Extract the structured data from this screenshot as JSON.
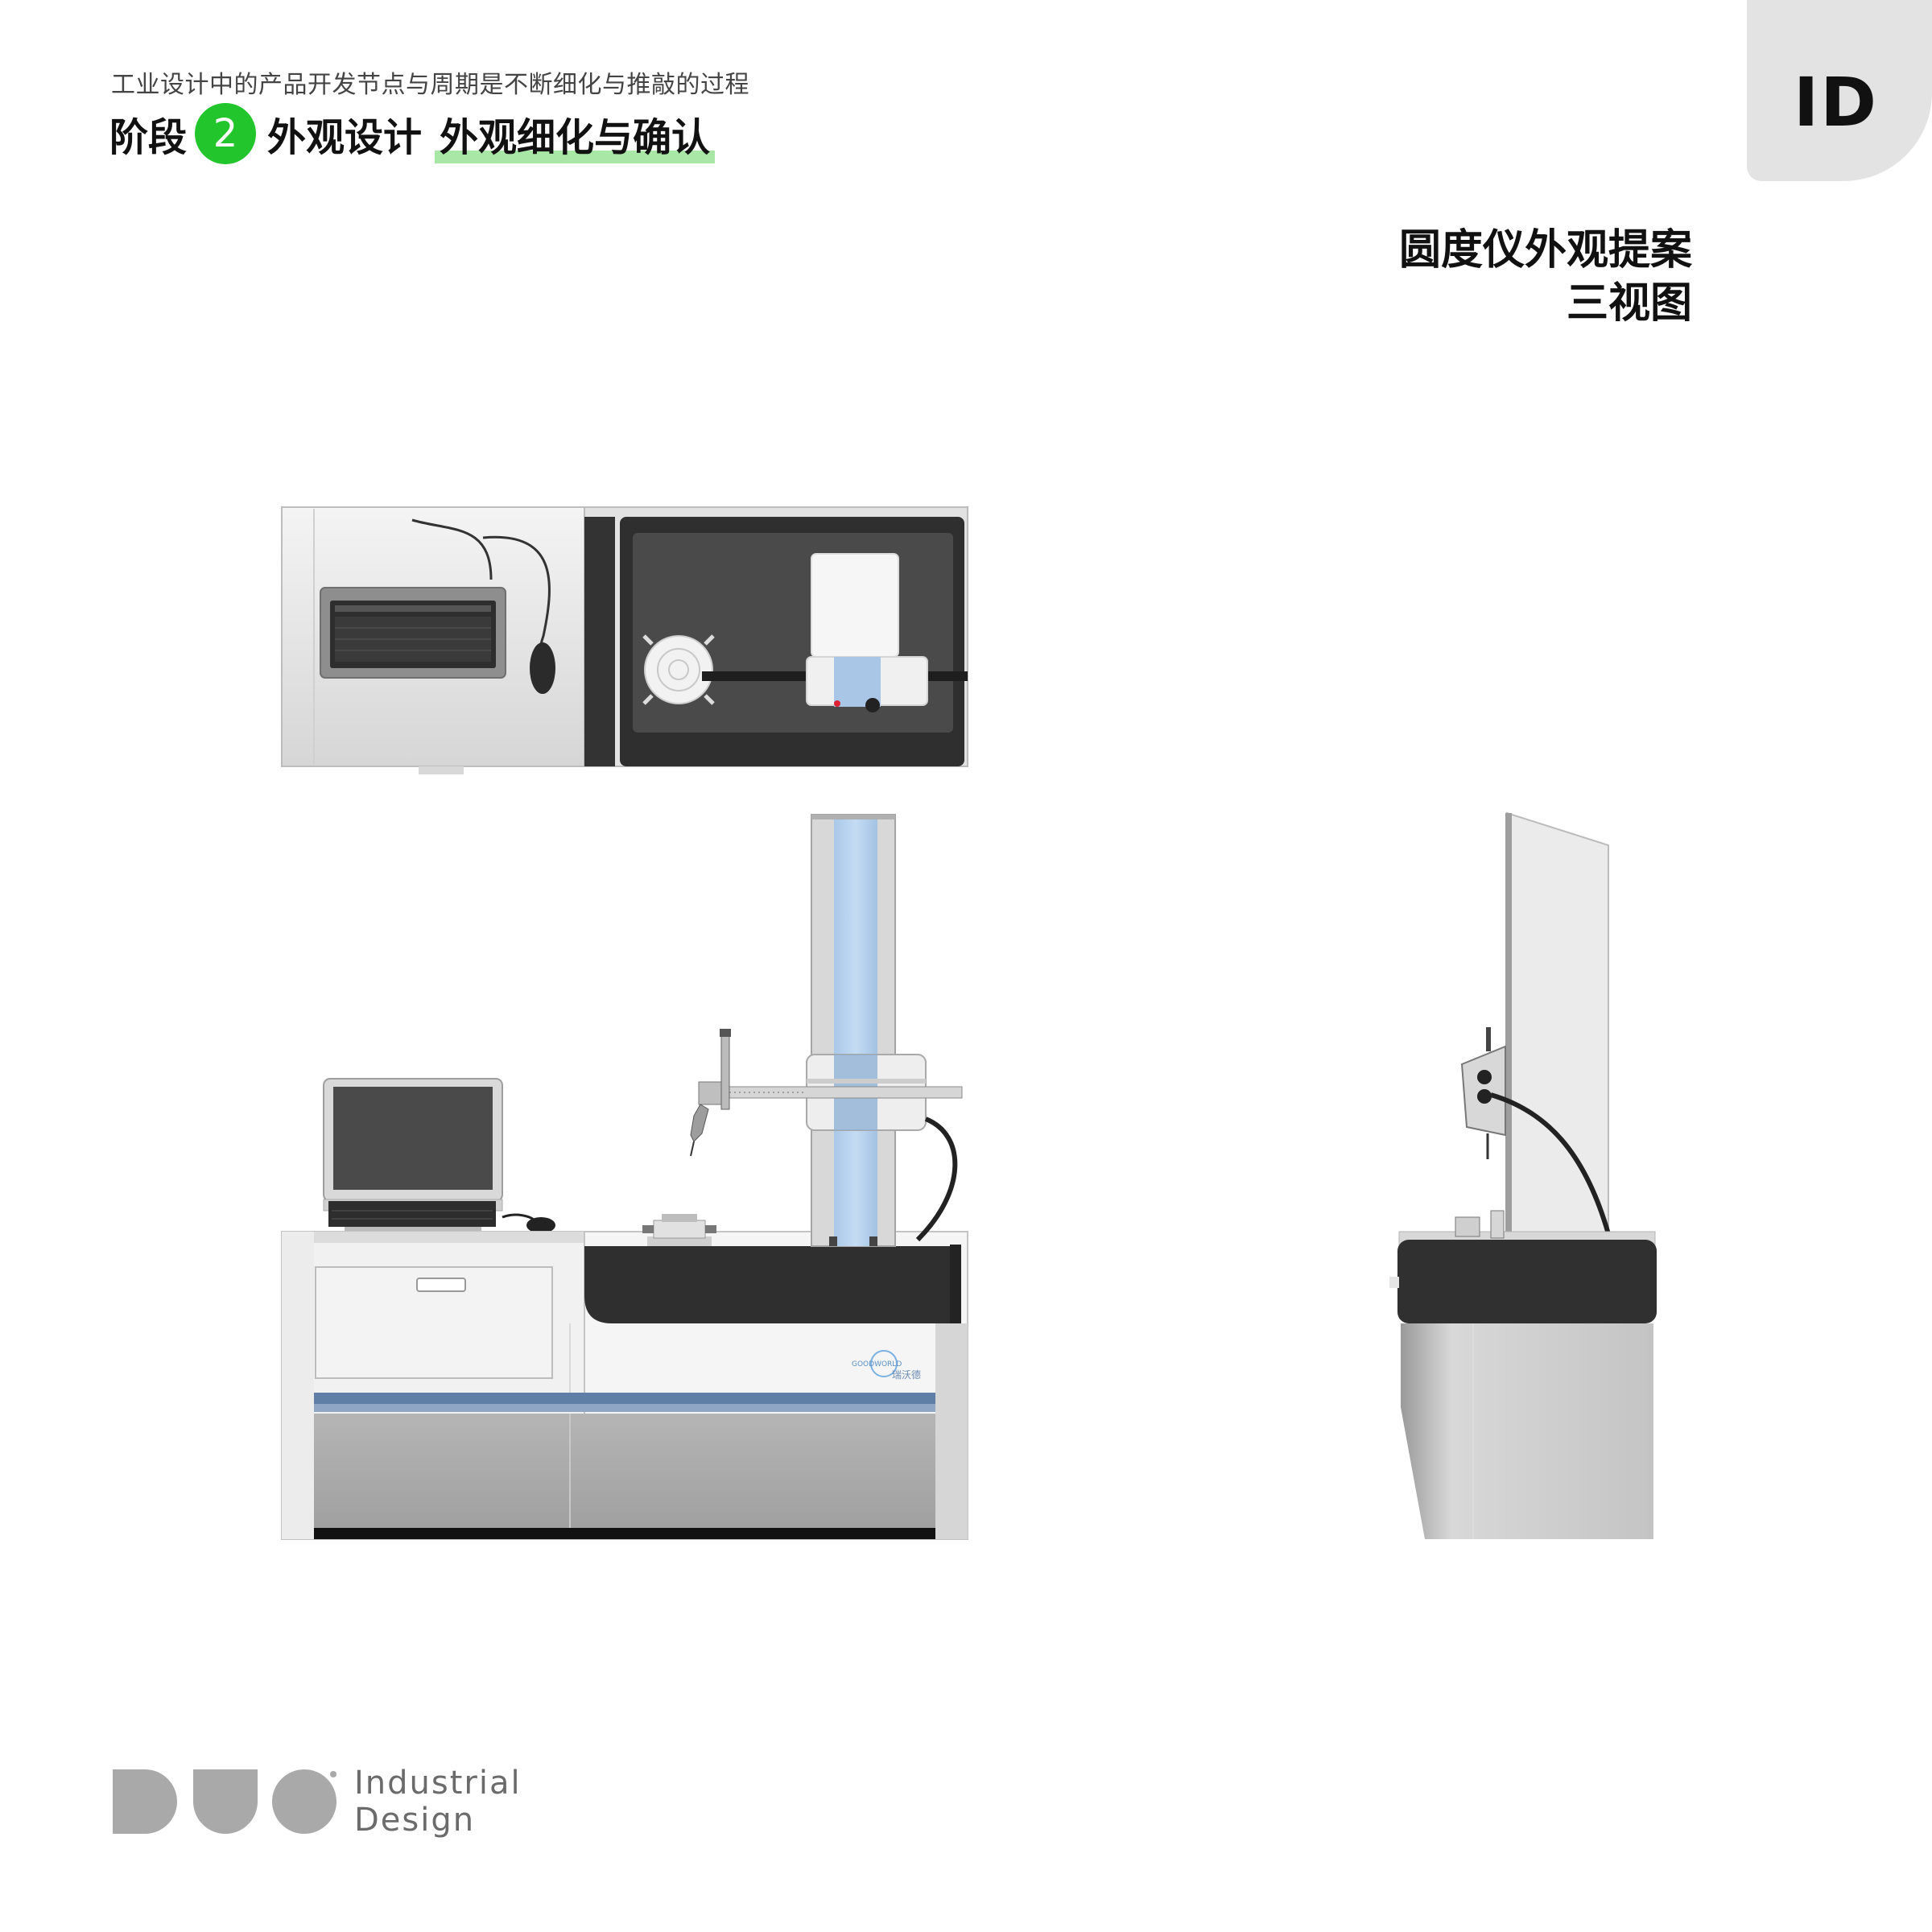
{
  "header": {
    "kicker": "工业设计中的产品开发节点与周期是不断细化与推敲的过程",
    "stage_label": "阶段",
    "stage_number": "2",
    "stage_title": "外观设计",
    "stage_subtitle": "外观细化与确认",
    "accent_color": "#22c52c"
  },
  "corner_tab": {
    "label": "ID"
  },
  "proposal": {
    "line1": "圆度仪外观提案",
    "line2": "三视图"
  },
  "views": {
    "top": {
      "icons": [
        "keyboard-icon",
        "mouse-icon",
        "rotary-table-icon",
        "measuring-head-icon"
      ]
    },
    "front": {
      "brand_en": "GOODWORLD",
      "brand_cn": "瑞沃德"
    },
    "side": {}
  },
  "footer": {
    "logo_line1": "Industrial",
    "logo_line2": "Design"
  }
}
